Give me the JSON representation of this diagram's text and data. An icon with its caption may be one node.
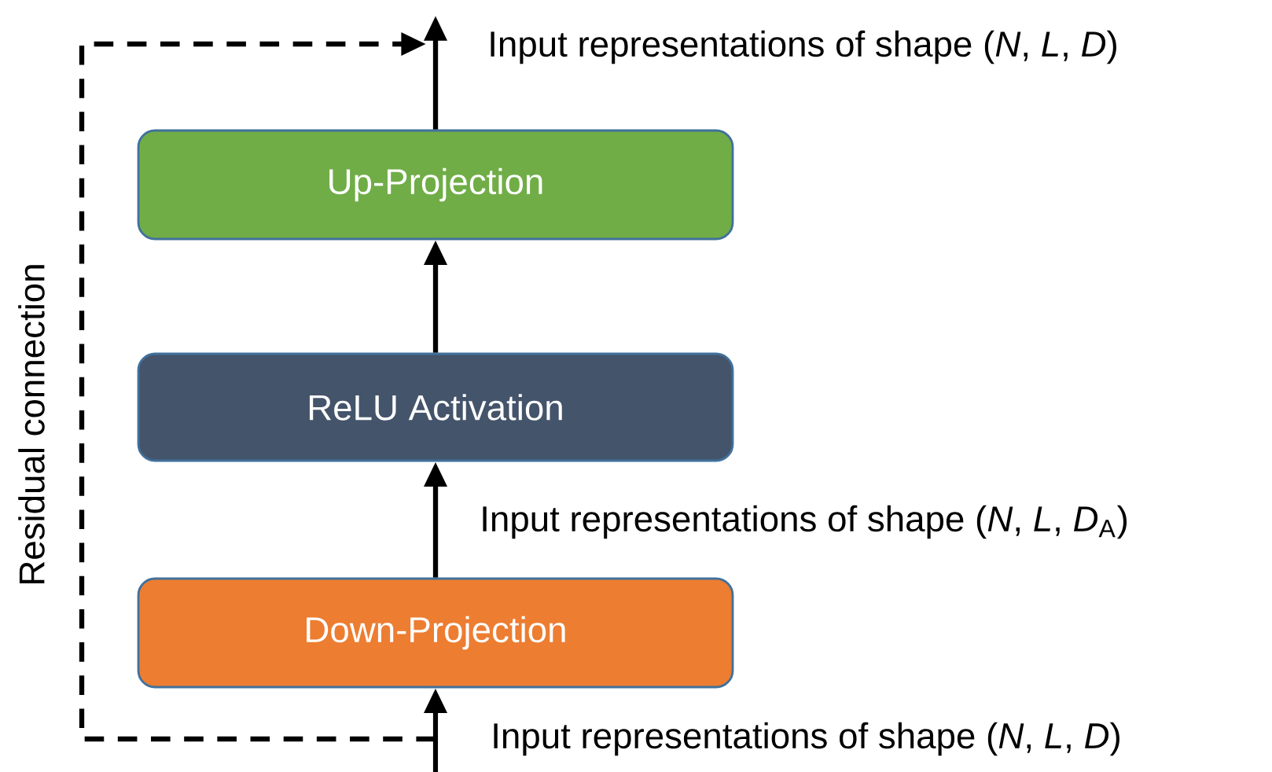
{
  "diagram": {
    "nodes": [
      {
        "text": [
          "Up-Projection"
        ]
      },
      {
        "text": [
          "ReLU Activation"
        ]
      },
      {
        "text": [
          "Down-Projection"
        ]
      }
    ],
    "edges": [
      {
        "from": null,
        "to": 2,
        "arrow": "to",
        "label": "Input representations of shape  (*N*, *L*, *D*)"
      },
      {
        "from": 2,
        "to": 1,
        "arrow": "to",
        "label": "Input representations of shape  (*N*, *L*, *D*$_{A}$)"
      },
      {
        "from": 1,
        "to": 0,
        "arrow": "to"
      },
      {
        "from": 0,
        "to": null,
        "arrow": "to",
        "label": "Input representations of shape  (*N*, *L*, *D*)"
      }
    ],
    "labels": [
      "Residual connection"
    ]
  }
}
